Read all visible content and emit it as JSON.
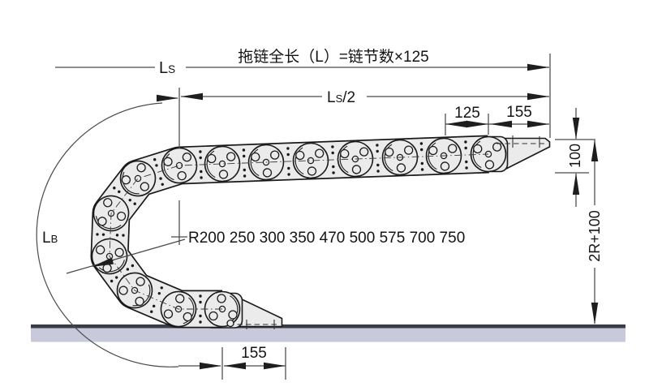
{
  "diagram": {
    "title": "拖链全长（L）=链节数×125",
    "labels": {
      "ls_main": "L",
      "ls_sub": "S",
      "ls_half_main": "L",
      "ls_half_sub": "S",
      "ls_half_suffix": "/2",
      "lb_main": "L",
      "lb_sub": "B",
      "pitch_top": "125",
      "end_length_top": "155",
      "link_height": "100",
      "total_height": "2R+100",
      "bend_radius_options": "R200 250 300 350 470 500 575 700 750",
      "end_length_bottom": "155"
    },
    "colors": {
      "background": "#ffffff",
      "chain_fill": "#ebebeb",
      "chain_outline": "#1a1a1a",
      "dimension_line": "#4a4a4a",
      "arrow_fill": "#1e1e1e",
      "ground_fill": "#c9c9dc",
      "ground_edge": "#3c3c46"
    }
  }
}
